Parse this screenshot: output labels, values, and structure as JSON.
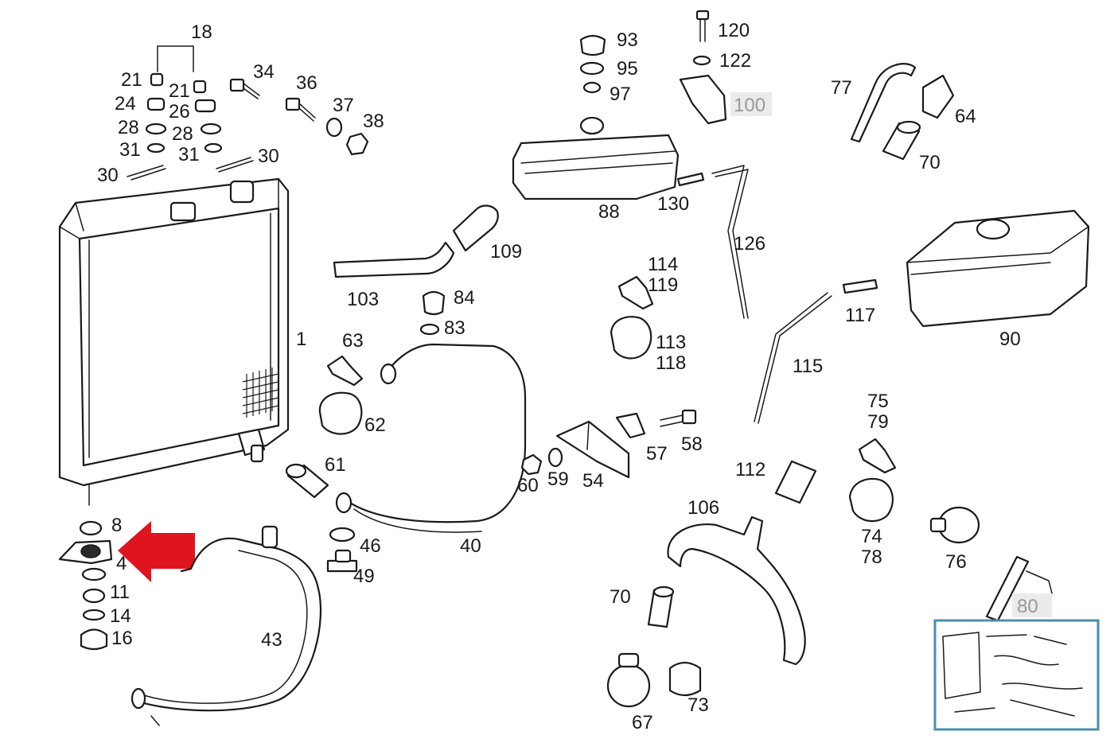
{
  "labels": {
    "l1": "1",
    "l4": "4",
    "l8": "8",
    "l11": "11",
    "l14": "14",
    "l16": "16",
    "l18": "18",
    "l21a": "21",
    "l21b": "21",
    "l24": "24",
    "l26": "26",
    "l28a": "28",
    "l28b": "28",
    "l30a": "30",
    "l30b": "30",
    "l31a": "31",
    "l31b": "31",
    "l34": "34",
    "l36": "36",
    "l37": "37",
    "l38": "38",
    "l40": "40",
    "l43": "43",
    "l46": "46",
    "l49": "49",
    "l54": "54",
    "l57": "57",
    "l58": "58",
    "l59": "59",
    "l60": "60",
    "l61": "61",
    "l62": "62",
    "l63": "63",
    "l64": "64",
    "l67": "67",
    "l70a": "70",
    "l70b": "70",
    "l73": "73",
    "l74": "74",
    "l75": "75",
    "l76": "76",
    "l77": "77",
    "l78": "78",
    "l79": "79",
    "l80": "80",
    "l83": "83",
    "l84": "84",
    "l88": "88",
    "l90": "90",
    "l93": "93",
    "l95": "95",
    "l97": "97",
    "l100": "100",
    "l103": "103",
    "l106": "106",
    "l109": "109",
    "l112": "112",
    "l113": "113",
    "l114": "114",
    "l115": "115",
    "l117": "117",
    "l118": "118",
    "l119": "119",
    "l120": "120",
    "l122": "122",
    "l126": "126",
    "l130": "130"
  },
  "colors": {
    "line": "#1a1a1a",
    "arrow": "#e0141e",
    "highlight_text": "#9a9a9a",
    "thumbnail_border": "#4a8fa8"
  },
  "icons": {
    "pointer": "red-arrow-left-icon"
  }
}
